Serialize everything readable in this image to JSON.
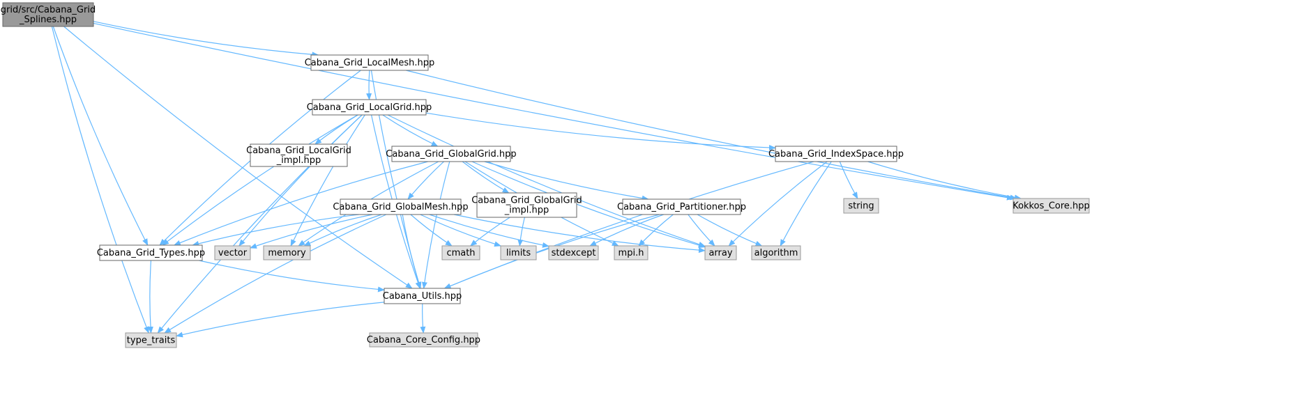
{
  "colors": {
    "edge": "#63b8ff",
    "root_fill": "#999999",
    "root_stroke": "#666666",
    "header_fill": "#ffffff",
    "header_stroke": "#666666",
    "system_fill": "#e0e0e0",
    "system_stroke": "#999999"
  },
  "nodes": [
    {
      "id": "splines",
      "kind": "root",
      "lines": [
        "grid/src/Cabana_Grid",
        "_Splines.hpp"
      ]
    },
    {
      "id": "localmesh",
      "kind": "header",
      "lines": [
        "Cabana_Grid_LocalMesh.hpp"
      ]
    },
    {
      "id": "localgrid",
      "kind": "header",
      "lines": [
        "Cabana_Grid_LocalGrid.hpp"
      ]
    },
    {
      "id": "localgrid_impl",
      "kind": "header",
      "lines": [
        "Cabana_Grid_LocalGrid",
        "_impl.hpp"
      ]
    },
    {
      "id": "globalgrid",
      "kind": "header",
      "lines": [
        "Cabana_Grid_GlobalGrid.hpp"
      ]
    },
    {
      "id": "indexspace",
      "kind": "header",
      "lines": [
        "Cabana_Grid_IndexSpace.hpp"
      ]
    },
    {
      "id": "globalmesh",
      "kind": "header",
      "lines": [
        "Cabana_Grid_GlobalMesh.hpp"
      ]
    },
    {
      "id": "globalgrid_impl",
      "kind": "header",
      "lines": [
        "Cabana_Grid_GlobalGrid",
        "_impl.hpp"
      ]
    },
    {
      "id": "partitioner",
      "kind": "header",
      "lines": [
        "Cabana_Grid_Partitioner.hpp"
      ]
    },
    {
      "id": "types",
      "kind": "header",
      "lines": [
        "Cabana_Grid_Types.hpp"
      ]
    },
    {
      "id": "utils",
      "kind": "header",
      "lines": [
        "Cabana_Utils.hpp"
      ]
    },
    {
      "id": "kokkos",
      "kind": "system",
      "lines": [
        "Kokkos_Core.hpp"
      ]
    },
    {
      "id": "string",
      "kind": "system",
      "lines": [
        "string"
      ]
    },
    {
      "id": "vector",
      "kind": "system",
      "lines": [
        "vector"
      ]
    },
    {
      "id": "memory",
      "kind": "system",
      "lines": [
        "memory"
      ]
    },
    {
      "id": "cmath",
      "kind": "system",
      "lines": [
        "cmath"
      ]
    },
    {
      "id": "limits",
      "kind": "system",
      "lines": [
        "limits"
      ]
    },
    {
      "id": "stdexcept",
      "kind": "system",
      "lines": [
        "stdexcept"
      ]
    },
    {
      "id": "mpih",
      "kind": "system",
      "lines": [
        "mpi.h"
      ]
    },
    {
      "id": "array",
      "kind": "system",
      "lines": [
        "array"
      ]
    },
    {
      "id": "algorithm",
      "kind": "system",
      "lines": [
        "algorithm"
      ]
    },
    {
      "id": "type_traits",
      "kind": "system",
      "lines": [
        "type_traits"
      ]
    },
    {
      "id": "core_config",
      "kind": "system",
      "lines": [
        "Cabana_Core_Config.hpp"
      ]
    }
  ],
  "edges": [
    [
      "splines",
      "localmesh"
    ],
    [
      "splines",
      "kokkos"
    ],
    [
      "splines",
      "types"
    ],
    [
      "splines",
      "utils"
    ],
    [
      "splines",
      "type_traits"
    ],
    [
      "localmesh",
      "localgrid"
    ],
    [
      "localmesh",
      "types"
    ],
    [
      "localmesh",
      "kokkos"
    ],
    [
      "localmesh",
      "utils"
    ],
    [
      "localgrid",
      "localgrid_impl"
    ],
    [
      "localgrid",
      "globalgrid"
    ],
    [
      "localgrid",
      "indexspace"
    ],
    [
      "localgrid",
      "types"
    ],
    [
      "localgrid",
      "vector"
    ],
    [
      "localgrid",
      "memory"
    ],
    [
      "localgrid",
      "type_traits"
    ],
    [
      "localgrid",
      "array"
    ],
    [
      "localgrid",
      "utils"
    ],
    [
      "globalgrid",
      "globalmesh"
    ],
    [
      "globalgrid",
      "globalgrid_impl"
    ],
    [
      "globalgrid",
      "partitioner"
    ],
    [
      "globalgrid",
      "types"
    ],
    [
      "globalgrid",
      "memory"
    ],
    [
      "globalgrid",
      "mpih"
    ],
    [
      "globalgrid",
      "array"
    ],
    [
      "globalgrid",
      "utils"
    ],
    [
      "indexspace",
      "kokkos"
    ],
    [
      "indexspace",
      "string"
    ],
    [
      "indexspace",
      "array"
    ],
    [
      "indexspace",
      "algorithm"
    ],
    [
      "indexspace",
      "utils"
    ],
    [
      "globalmesh",
      "types"
    ],
    [
      "globalmesh",
      "vector"
    ],
    [
      "globalmesh",
      "memory"
    ],
    [
      "globalmesh",
      "cmath"
    ],
    [
      "globalmesh",
      "limits"
    ],
    [
      "globalmesh",
      "stdexcept"
    ],
    [
      "globalmesh",
      "array"
    ],
    [
      "globalmesh",
      "utils"
    ],
    [
      "globalmesh",
      "type_traits"
    ],
    [
      "globalgrid_impl",
      "cmath"
    ],
    [
      "globalgrid_impl",
      "limits"
    ],
    [
      "partitioner",
      "stdexcept"
    ],
    [
      "partitioner",
      "mpih"
    ],
    [
      "partitioner",
      "array"
    ],
    [
      "partitioner",
      "algorithm"
    ],
    [
      "partitioner",
      "utils"
    ],
    [
      "types",
      "utils"
    ],
    [
      "types",
      "type_traits"
    ],
    [
      "utils",
      "type_traits"
    ],
    [
      "utils",
      "core_config"
    ]
  ]
}
